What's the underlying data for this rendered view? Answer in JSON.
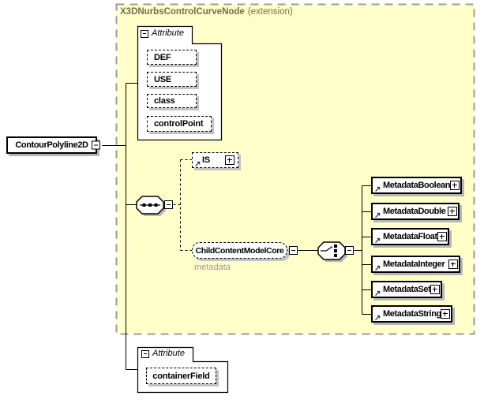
{
  "extension": {
    "name": "X3DNurbsControlCurveNode",
    "qualifier": "(extension)"
  },
  "root_element": {
    "label": "ContourPolyline2D"
  },
  "top_attribute_group": {
    "label": "Attribute",
    "attributes": [
      "DEF",
      "USE",
      "class",
      "controlPoint"
    ]
  },
  "sequence_compositor": {
    "type": "sequence"
  },
  "is_element": {
    "label": "IS"
  },
  "child_content_model": {
    "label": "ChildContentModelCore",
    "annotation": "metadata"
  },
  "choice_compositor": {
    "type": "choice"
  },
  "metadata_elements": [
    "MetadataBoolean",
    "MetadataDouble",
    "MetadataFloat",
    "MetadataInteger",
    "MetadataSet",
    "MetadataString"
  ],
  "bottom_attribute_group": {
    "label": "Attribute",
    "attributes": [
      "containerField"
    ]
  },
  "icons": {
    "reference_arrow": "↗",
    "collapse": "−",
    "expand": "+"
  },
  "colors": {
    "extension_fill": "#FFFFC9",
    "extension_border": "#9B9B9B",
    "extension_title": "#70704A",
    "annotation_text": "#9A9A9A",
    "box_shadow": "#B6B6B6",
    "line": "#000000"
  }
}
